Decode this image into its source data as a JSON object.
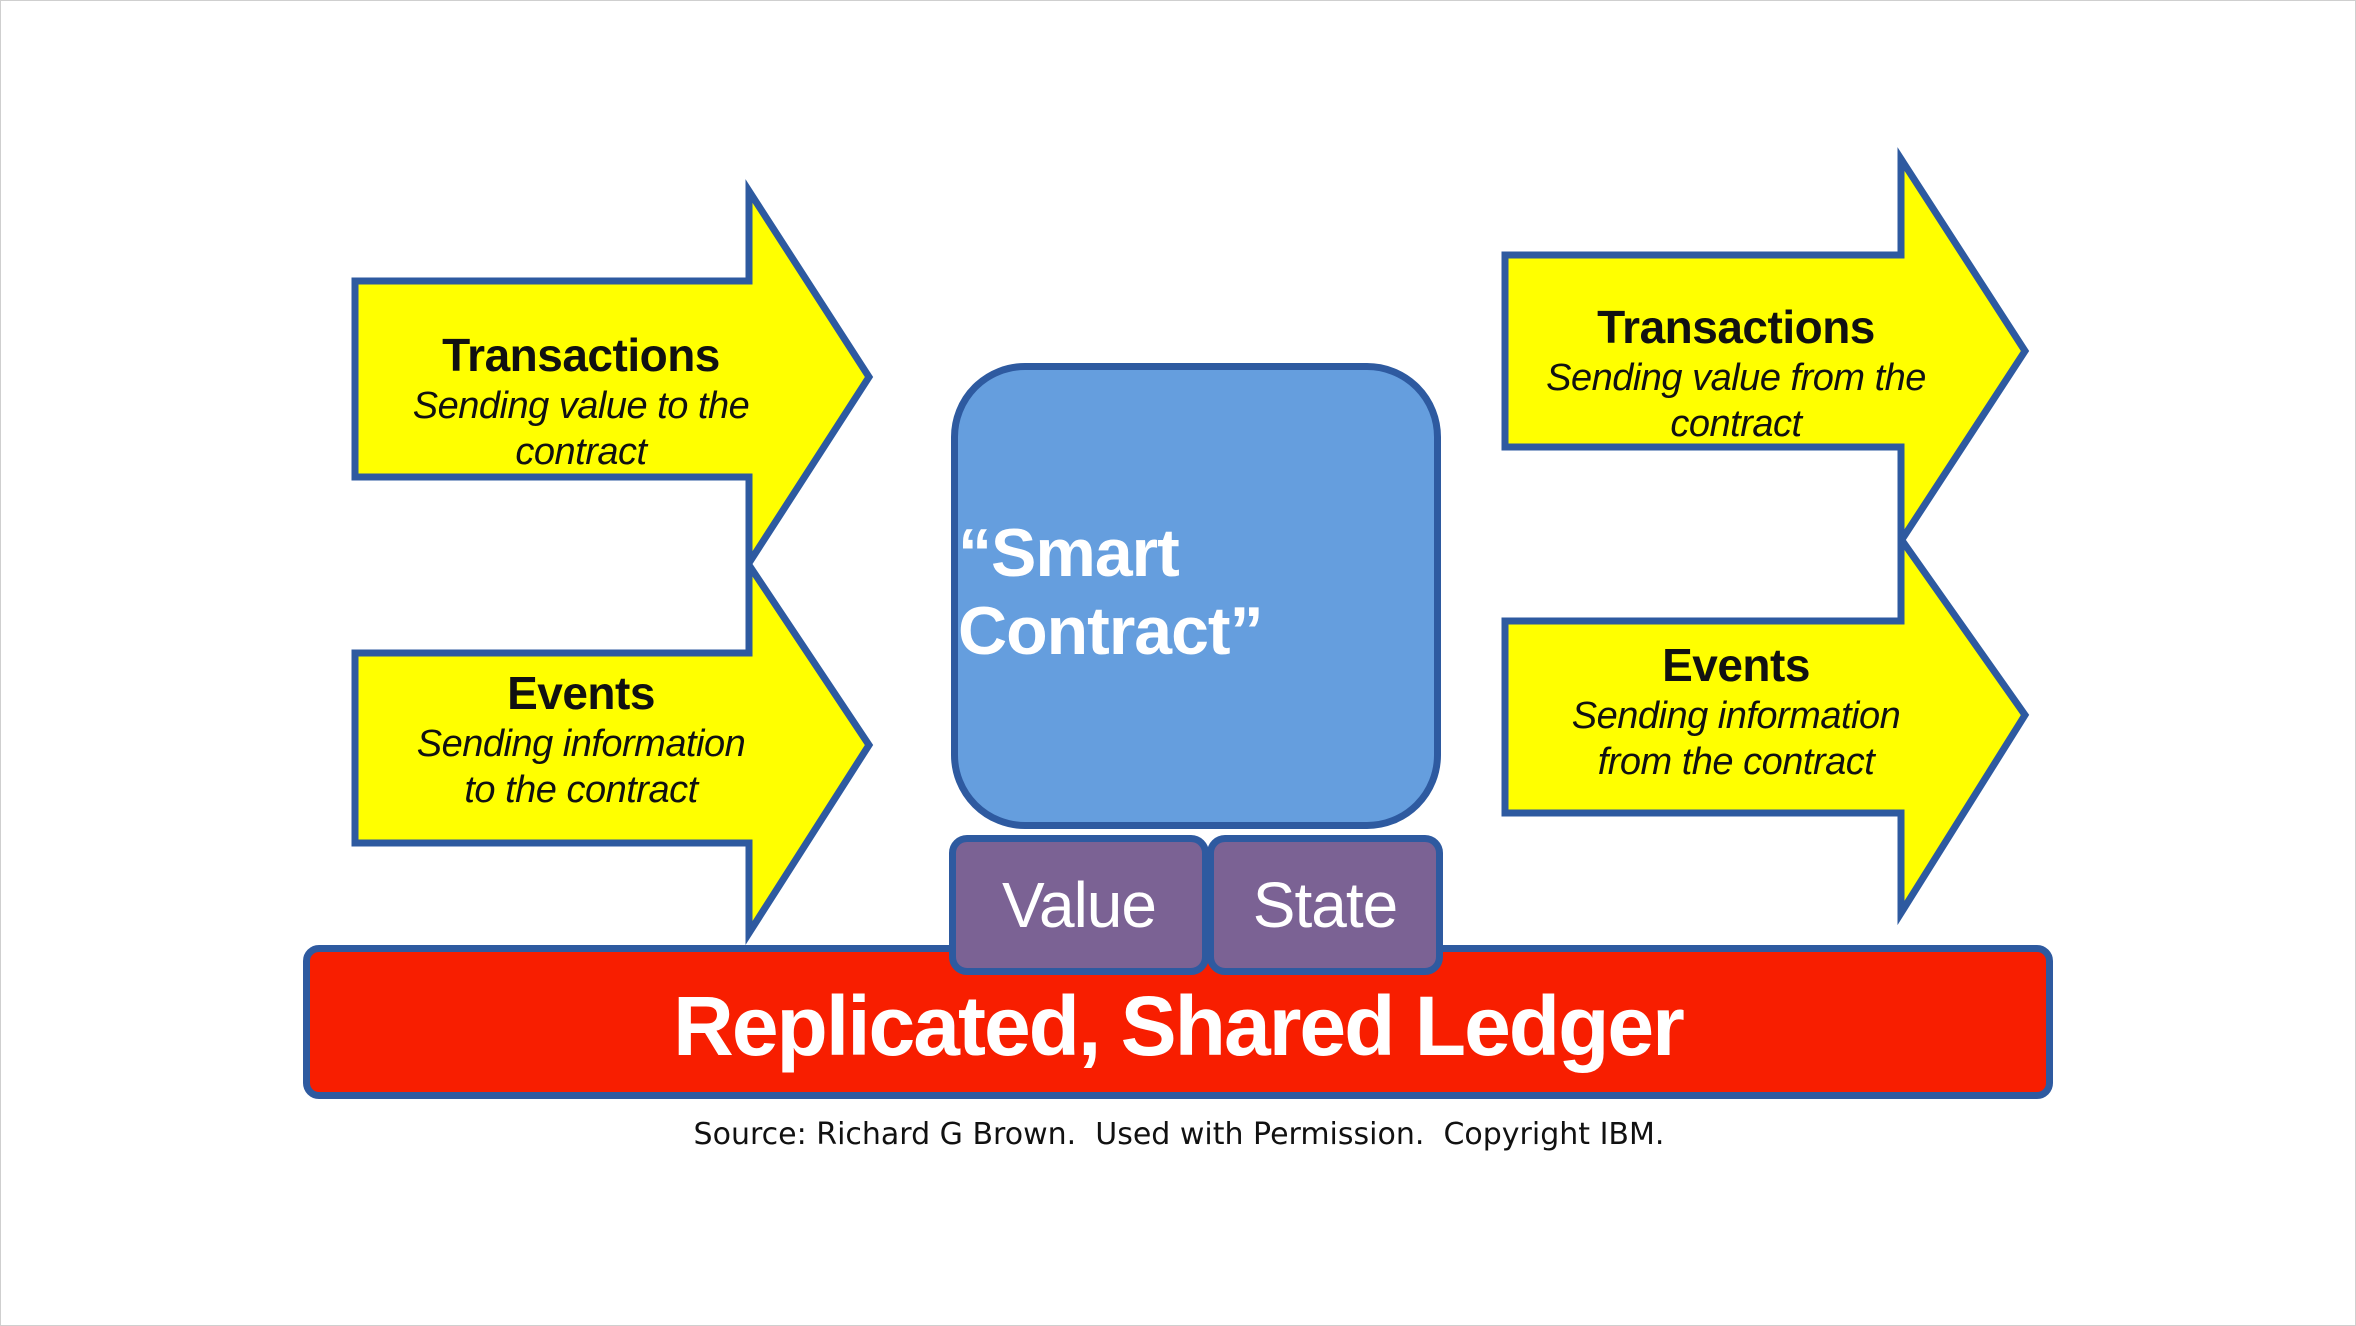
{
  "left_arrows": [
    {
      "title": "Transactions",
      "lines": [
        "Sending value to the contract"
      ]
    },
    {
      "title": "Events",
      "lines": [
        "Sending information",
        "to the contract"
      ]
    }
  ],
  "center": {
    "contract_label": "“Smart Contract”",
    "value_label": "Value",
    "state_label": "State"
  },
  "right_arrows": [
    {
      "title": "Transactions",
      "lines": [
        "Sending value from the contract"
      ]
    },
    {
      "title": "Events",
      "lines": [
        "Sending information",
        "from the contract"
      ]
    }
  ],
  "ledger_label": "Replicated, Shared Ledger",
  "source_note": "Source: Richard G Brown.  Used with Permission.  Copyright IBM.",
  "colors": {
    "arrow_fill": "#ffff00",
    "arrow_border": "#2e5aa0",
    "contract_fill": "#659ede",
    "cell_fill": "#7b6294",
    "ledger_fill": "#f81e00"
  }
}
